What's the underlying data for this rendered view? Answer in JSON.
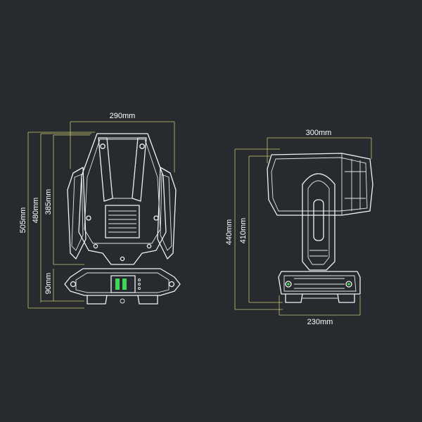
{
  "front_view": {
    "width_label": "290mm",
    "height_total_label": "505mm",
    "height_head_label": "480mm",
    "height_arm_label": "385mm",
    "base_height_label": "90mm"
  },
  "side_view": {
    "width_label": "300mm",
    "height_total_label": "440mm",
    "height_arm_label": "410mm",
    "base_width_label": "230mm"
  },
  "colors": {
    "background": "#272a2e",
    "dimension_line": "#c9c96a",
    "outline": "#f2f2f2",
    "indicator": "#3fd65a"
  }
}
